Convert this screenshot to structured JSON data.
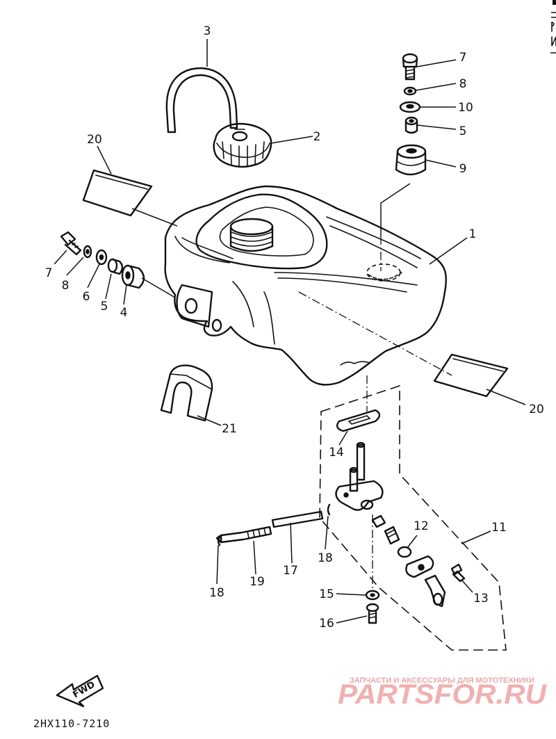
{
  "diagram": {
    "callouts": [
      {
        "label": "3"
      },
      {
        "label": "2"
      },
      {
        "label": "20"
      },
      {
        "label": "7"
      },
      {
        "label": "8"
      },
      {
        "label": "10"
      },
      {
        "label": "5"
      },
      {
        "label": "9"
      },
      {
        "label": "1"
      },
      {
        "label": "7"
      },
      {
        "label": "8"
      },
      {
        "label": "6"
      },
      {
        "label": "5"
      },
      {
        "label": "4"
      },
      {
        "label": "21"
      },
      {
        "label": "20"
      },
      {
        "label": "14"
      },
      {
        "label": "11"
      },
      {
        "label": "12"
      },
      {
        "label": "18"
      },
      {
        "label": "17"
      },
      {
        "label": "19"
      },
      {
        "label": "18"
      },
      {
        "label": "15"
      },
      {
        "label": "16"
      },
      {
        "label": "13"
      }
    ],
    "fwd_label": "FWD",
    "drawing_code": "2HX110-7210"
  },
  "watermark": {
    "tagline": "ЗАПЧАСТИ И АКСЕССУАРЫ ДЛЯ МОТОТЕХНИКИ",
    "logo": "PARTSFOR.RU"
  }
}
